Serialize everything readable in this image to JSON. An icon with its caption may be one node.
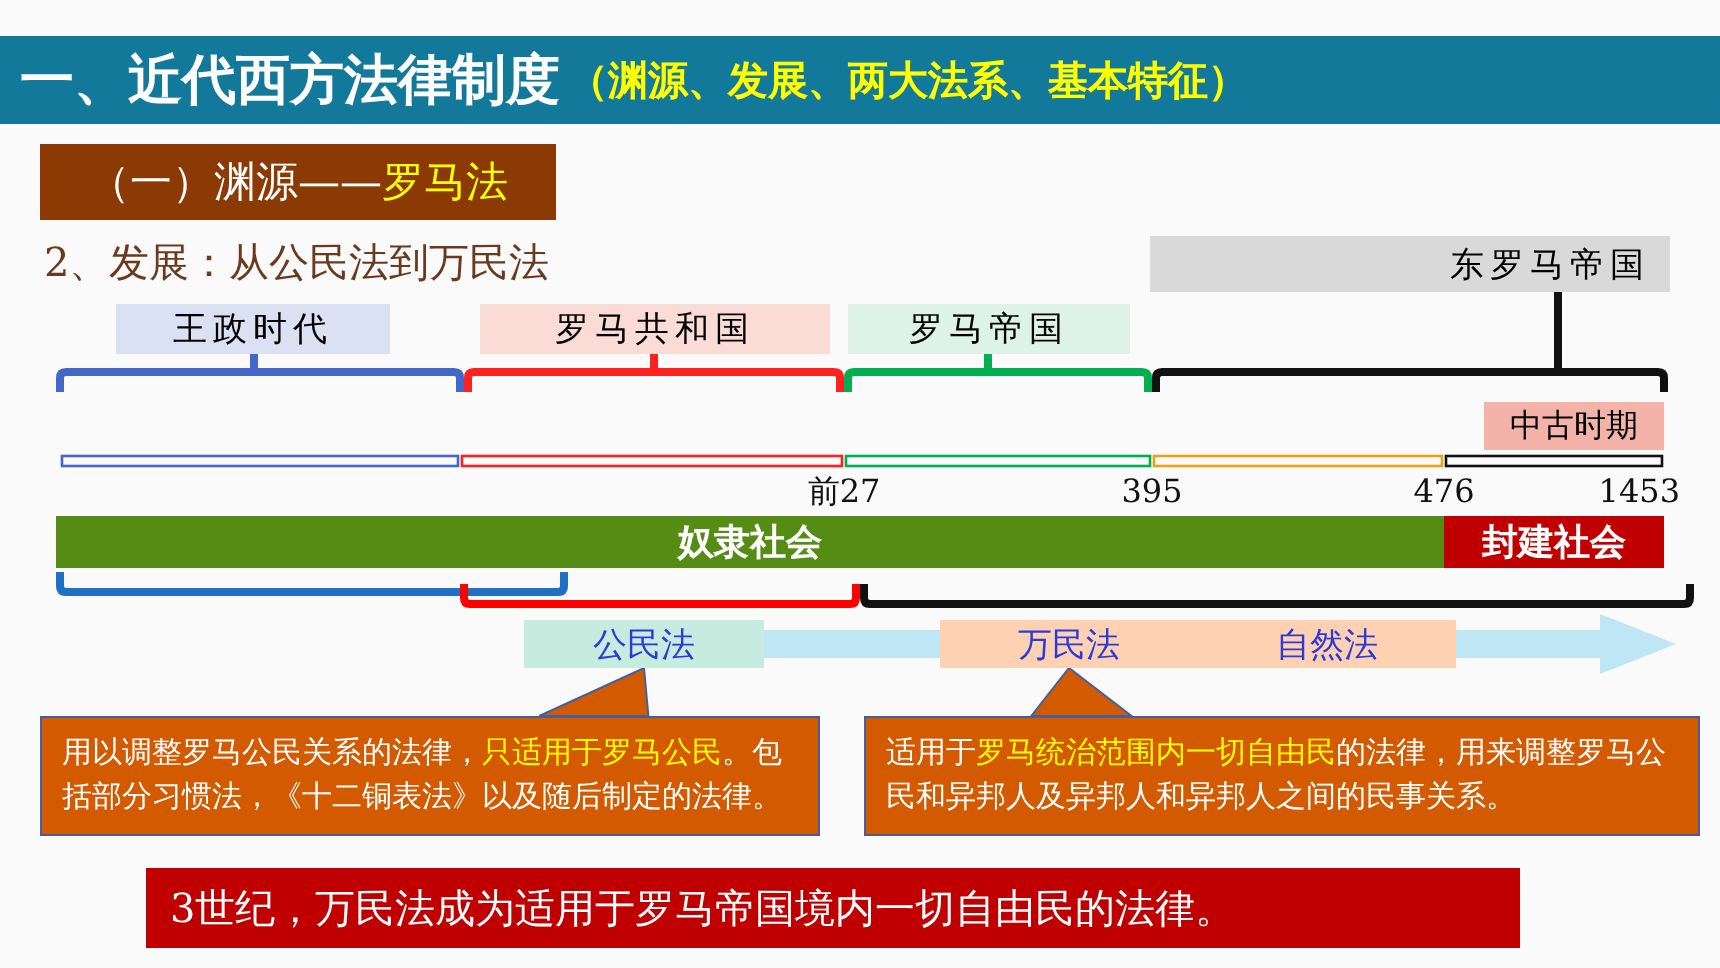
{
  "diagram": {
    "title": "一、近代西方法律制度",
    "nodes": [
      {
        "text": [
          "（一）渊源——**罗马法**"
        ]
      },
      {
        "text": [
          "王政时代"
        ]
      },
      {
        "text": [
          "罗马共和国"
        ]
      },
      {
        "text": [
          "罗马帝国"
        ]
      },
      {
        "text": [
          "东罗马帝国"
        ]
      },
      {
        "text": [
          "中古时期"
        ]
      },
      {
        "text": [
          "奴隶社会"
        ]
      },
      {
        "text": [
          "封建社会"
        ]
      },
      {
        "text": [
          "公民法"
        ]
      },
      {
        "text": [
          "万民法",
          "自然法"
        ]
      },
      {
        "text": [
          "用以调整罗马公民关系的法律，**只适用于罗马公民**。包括部分习惯法，《十二铜表法》以及随后制定的法律。"
        ]
      },
      {
        "text": [
          "适用于**罗马统治范围内一切自由民**的法律，用来调整罗马公民和异邦人及异邦人和异邦人之间的民事关系。"
        ]
      },
      {
        "text": [
          "3世纪，万民法成为适用于罗马帝国境内一切自由民的法律。"
        ]
      }
    ],
    "edges": [
      {
        "from": 10,
        "to": 8,
        "arrow": "none"
      },
      {
        "from": 11,
        "to": 9,
        "arrow": "none"
      }
    ],
    "labels": [
      "（渊源、发展、两大法系、基本特征）",
      "2、发展：从公民法到万民法",
      "前27",
      "395",
      "476",
      "1453"
    ]
  }
}
